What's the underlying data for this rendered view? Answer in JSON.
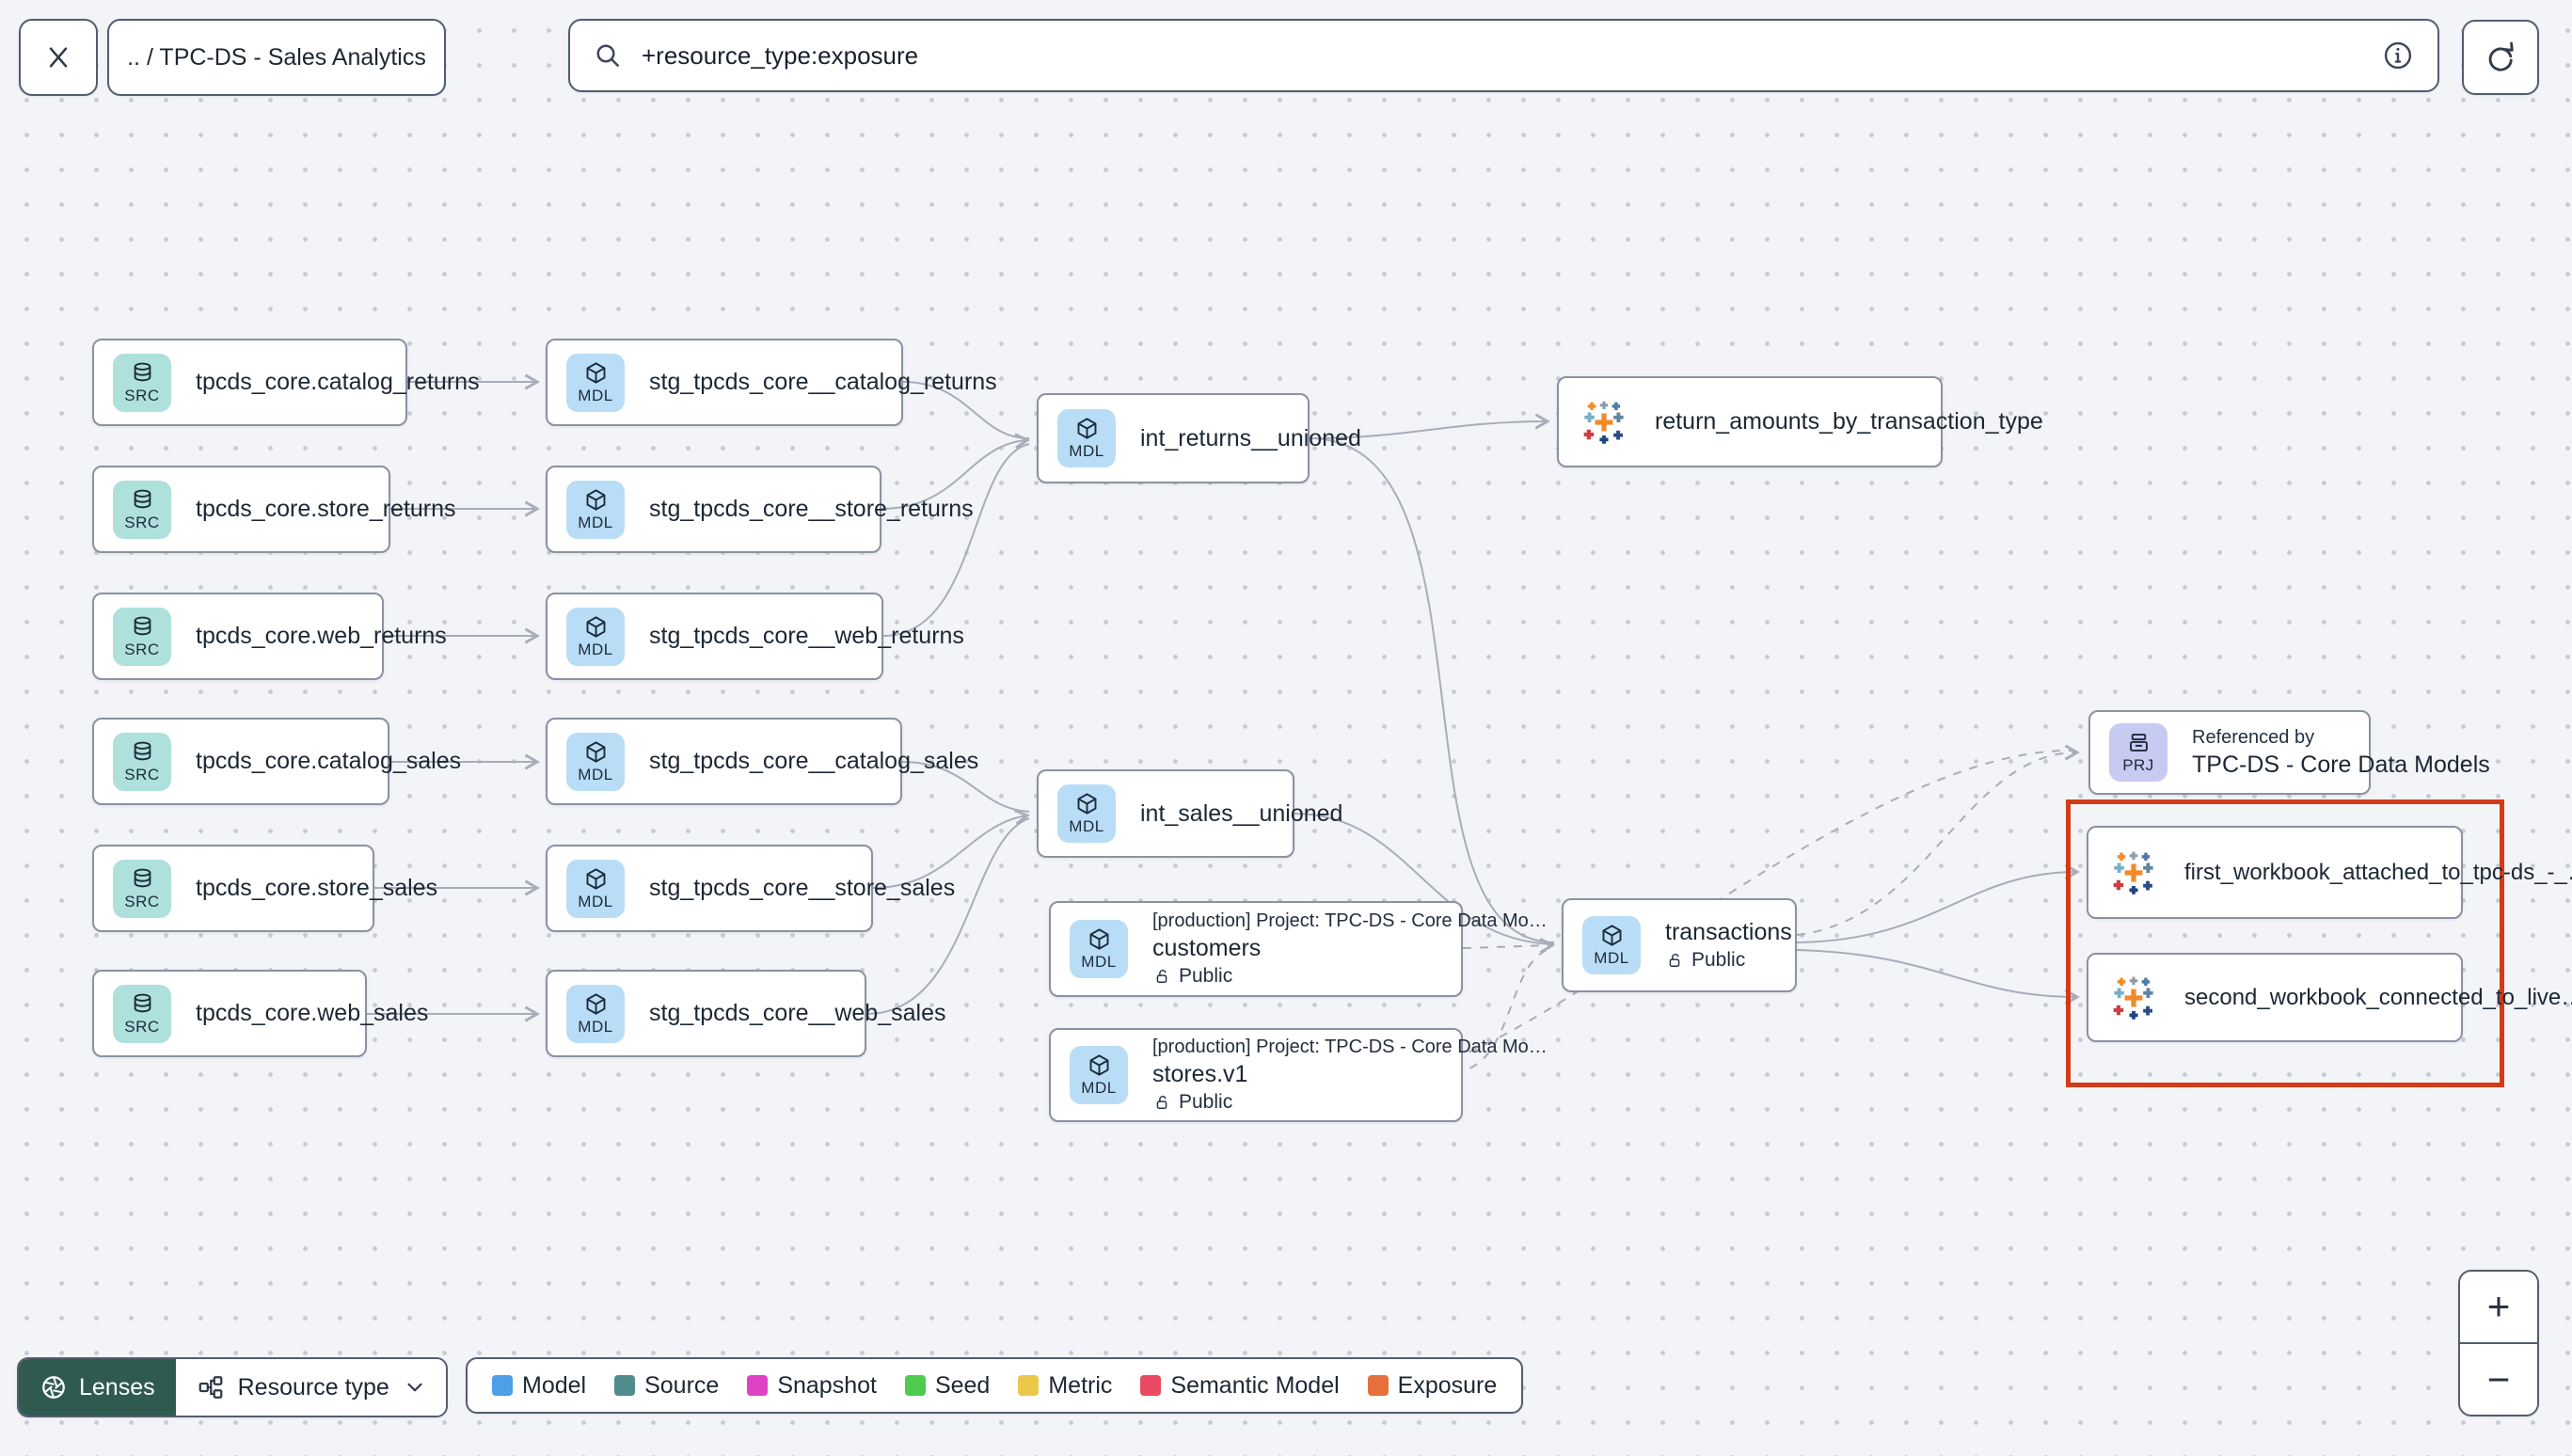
{
  "topbar": {
    "breadcrumb": ".. / TPC-DS - Sales Analytics",
    "search_value": "+resource_type:exposure"
  },
  "graph": {
    "badges": {
      "source": "SRC",
      "model": "MDL",
      "project": "PRJ"
    },
    "sources": [
      "tpcds_core.catalog_returns",
      "tpcds_core.store_returns",
      "tpcds_core.web_returns",
      "tpcds_core.catalog_sales",
      "tpcds_core.store_sales",
      "tpcds_core.web_sales"
    ],
    "staging": [
      "stg_tpcds_core__catalog_returns",
      "stg_tpcds_core__store_returns",
      "stg_tpcds_core__web_returns",
      "stg_tpcds_core__catalog_sales",
      "stg_tpcds_core__store_sales",
      "stg_tpcds_core__web_sales"
    ],
    "int_returns": "int_returns__unioned",
    "int_sales": "int_sales__unioned",
    "cross_project": [
      {
        "project_header": "[production] Project: TPC-DS - Core Data Mo…",
        "name": "customers",
        "access": "Public"
      },
      {
        "project_header": "[production] Project: TPC-DS - Core Data Mo…",
        "name": "stores.v1",
        "access": "Public"
      }
    ],
    "transactions": {
      "name": "transactions",
      "access": "Public"
    },
    "referenced_by": {
      "title": "Referenced by",
      "project": "TPC-DS - Core Data Models"
    },
    "exposures": {
      "return_amounts": "return_amounts_by_transaction_type",
      "first_workbook": "first_workbook_attached_to_tpc-ds_-_…",
      "second_workbook": "second_workbook_connected_to_live…"
    }
  },
  "toolbar": {
    "lenses": "Lenses",
    "resource_type": "Resource type"
  },
  "legend": {
    "items": [
      {
        "label": "Model",
        "color": "#4d9fe8"
      },
      {
        "label": "Source",
        "color": "#4f8e8c"
      },
      {
        "label": "Snapshot",
        "color": "#df43c5"
      },
      {
        "label": "Seed",
        "color": "#4ecb4e"
      },
      {
        "label": "Metric",
        "color": "#eac84a"
      },
      {
        "label": "Semantic Model",
        "color": "#ea4a63"
      },
      {
        "label": "Exposure",
        "color": "#e6703c"
      }
    ]
  },
  "zoom_controls": {
    "in": "+",
    "out": "−"
  },
  "colors": {
    "highlight_rect": "#d23b18",
    "edge": "#a7adba",
    "source_badge": "#aee0dc",
    "model_badge": "#b9ddf6",
    "project_badge": "#c7caf1",
    "lenses_bg": "#2f5a50"
  },
  "icons": {
    "close": "x",
    "search": "magnifier",
    "info": "circled-i",
    "refresh": "circular-arrow",
    "lenses": "aperture",
    "resource_type": "org-chart",
    "chevron": "chevron-down",
    "access_lock": "open-padlock",
    "source": "database",
    "model": "cube",
    "project": "archive-box",
    "exposure": "tableau-logo"
  }
}
